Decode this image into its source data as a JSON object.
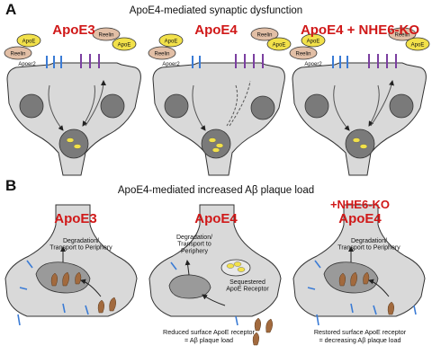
{
  "panel_a": {
    "letter": "A",
    "title": "ApoE4-mediated synaptic dysfunction",
    "conditions": [
      "ApoE3",
      "ApoE4",
      "ApoE4 + NHE6-KO"
    ],
    "labels": {
      "apoe": "ApoE",
      "reelin": "Reelin",
      "apoer2": "Apoer2"
    }
  },
  "panel_b": {
    "letter": "B",
    "title": "ApoE4-mediated increased Aβ plaque load",
    "conditions": {
      "left": "ApoE3",
      "middle": "ApoE4",
      "right_top": "+NHE6-KO",
      "right_bottom": "ApoE4"
    },
    "labels": {
      "degradation_left": "Degradation/\nTransport to Periphery",
      "degradation_mid": "Degradation/\nTransport to\nPeriphery",
      "sequestered": "Sequestered\nApoE Receptor",
      "degradation_right": "Degradation/\nTransport to Periphery"
    },
    "notes": {
      "middle_line1": "Reduced surface ApoE receptor",
      "middle_line2": "= Aβ plaque load",
      "right_line1": "Restored surface ApoE receptor",
      "right_line2": "= decreasing Aβ plaque load"
    }
  },
  "colors": {
    "cell_fill": "#d9d9d9",
    "cell_stroke": "#333333",
    "vesicle": "#7a7a7a",
    "apoe_yellow": "#f2e14a",
    "reelin_tan": "#e2bfa6",
    "receptor_blue": "#3a7bd5",
    "receptor_purple": "#7b3fa0",
    "plaque_brown": "#a26a3e",
    "red_text": "#d01818"
  }
}
